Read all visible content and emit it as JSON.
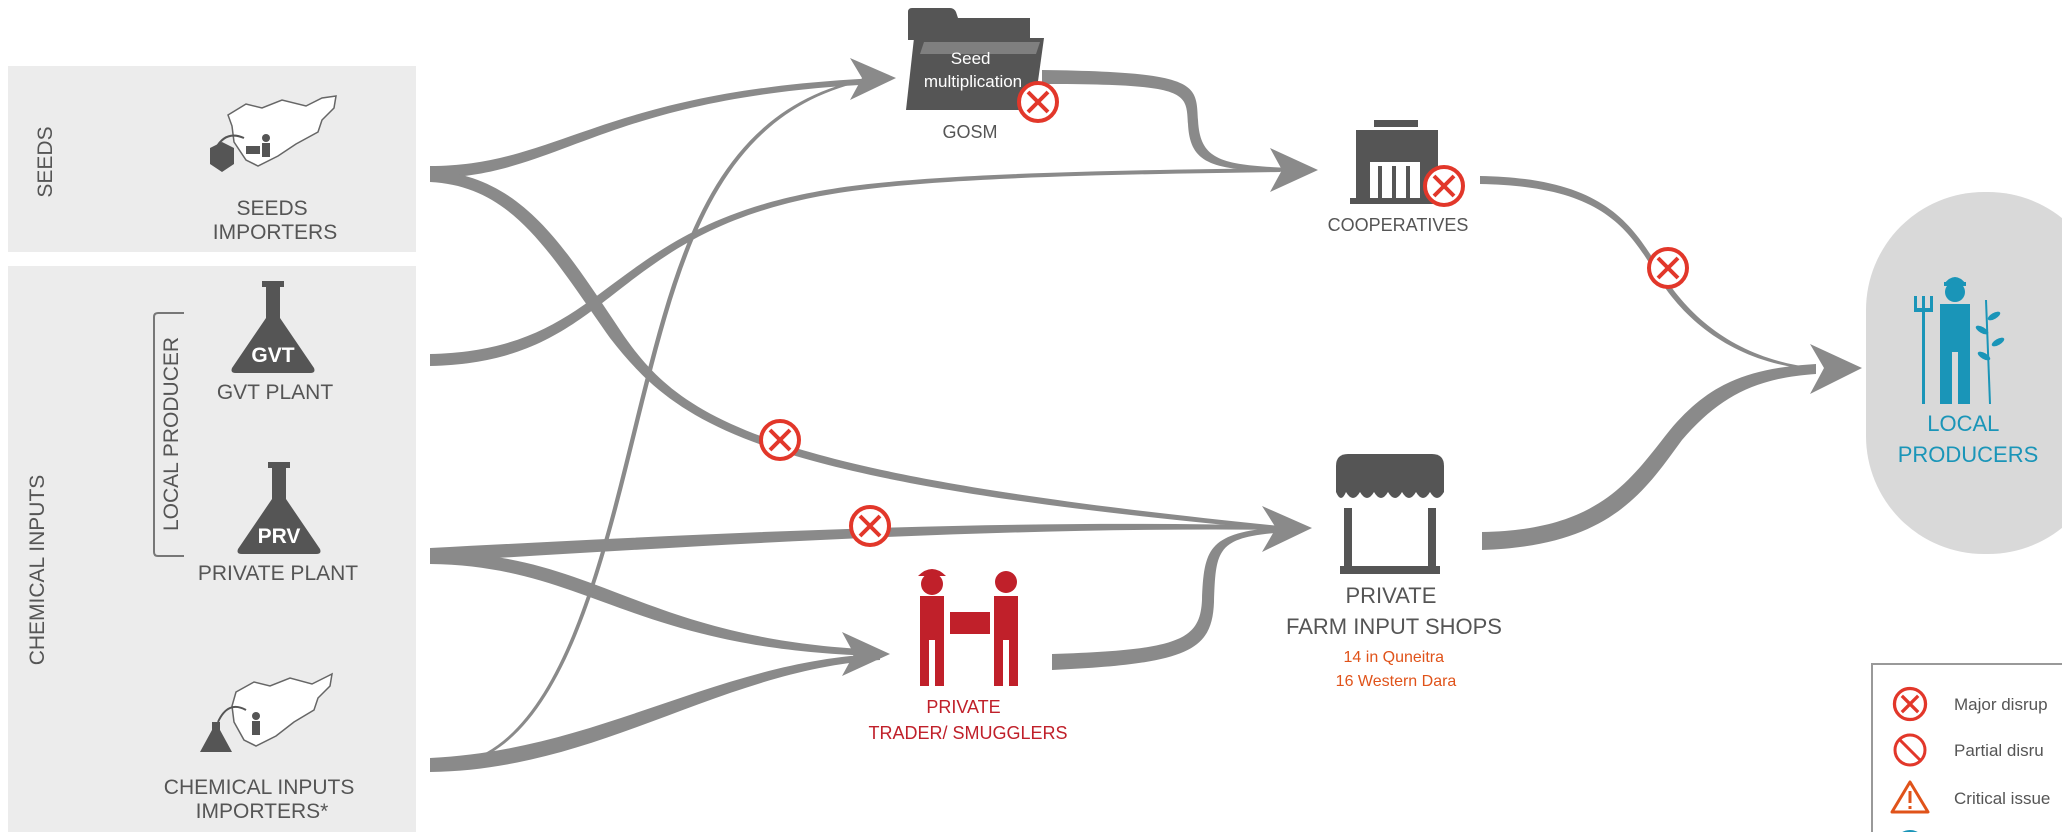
{
  "sections": {
    "seeds": "SEEDS",
    "chemical_inputs": "CHEMICAL INPUTS",
    "local_producer": "LOCAL PRODUCER"
  },
  "sources": {
    "seeds_importers": [
      "SEEDS",
      "IMPORTERS"
    ],
    "gvt_badge": "GVT",
    "gvt_plant": "GVT PLANT",
    "prv_badge": "PRV",
    "private_plant": "PRIVATE PLANT",
    "chemical_importers": [
      "CHEMICAL INPUTS",
      "IMPORTERS*"
    ]
  },
  "nodes": {
    "gosm_folder": [
      "Seed",
      "multiplication"
    ],
    "gosm": "GOSM",
    "cooperatives": "COOPERATIVES",
    "traders": [
      "PRIVATE",
      "TRADER/ SMUGGLERS"
    ],
    "shops": [
      "PRIVATE",
      "FARM INPUT SHOPS"
    ],
    "shops_counts": [
      "14 in Quneitra",
      "16  Western Dara"
    ],
    "local_producers": [
      "LOCAL",
      "PRODUCERS"
    ]
  },
  "legend": {
    "major": "Major disrup",
    "partial": "Partial disru",
    "critical": "Critical issue"
  },
  "colors": {
    "flow": "#8a8a8a",
    "panel": "#ececec",
    "icon": "#555555",
    "disruption": "#e2372a",
    "trader": "#c0202a",
    "orange": "#e0531a",
    "teal": "#1a95b8",
    "producers_bg": "#d9d9d9"
  }
}
